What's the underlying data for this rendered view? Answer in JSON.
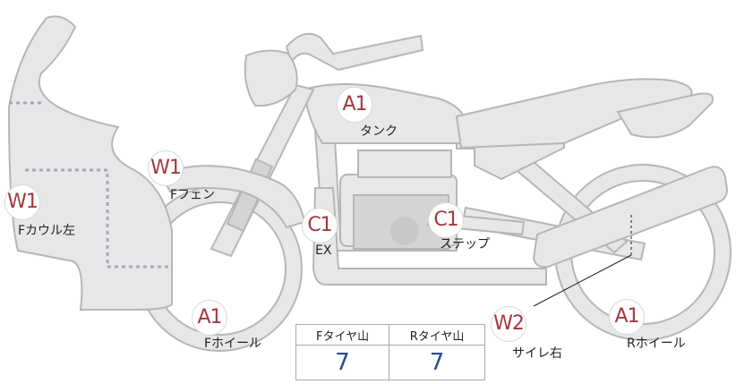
{
  "parts": [
    {
      "code": "A1",
      "label": "タンク"
    },
    {
      "code": "W1",
      "label": "Fフェン"
    },
    {
      "code": "W1",
      "label": "Fカウル左"
    },
    {
      "code": "C1",
      "label": "EX"
    },
    {
      "code": "C1",
      "label": "ステップ"
    },
    {
      "code": "A1",
      "label": "Fホイール"
    },
    {
      "code": "W2",
      "label": "サイレ右"
    },
    {
      "code": "A1",
      "label": "Rホイール"
    }
  ],
  "tread": {
    "front_header": "Fタイヤ山",
    "rear_header": "Rタイヤ山",
    "front_value": "7",
    "rear_value": "7"
  }
}
